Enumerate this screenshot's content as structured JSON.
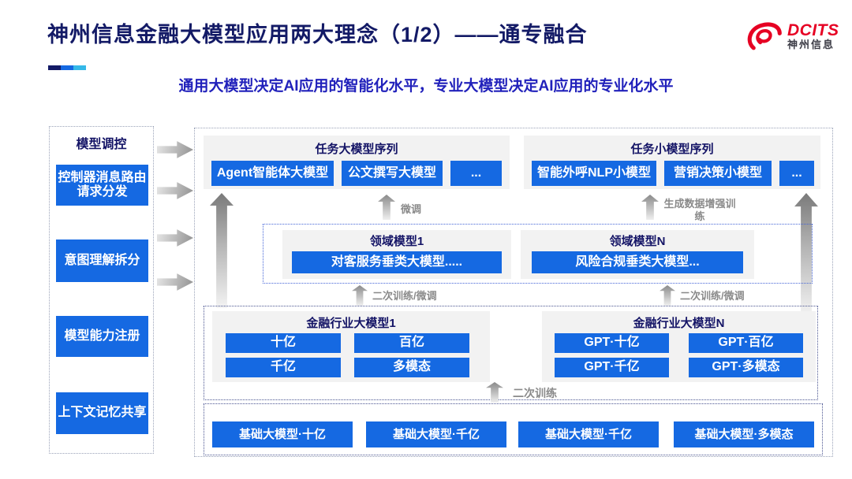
{
  "header": {
    "title": "神州信息金融大模型应用两大理念（1/2）——通专融合",
    "subtitle": "通用大模型决定AI应用的智能化水平，专业大模型决定AI应用的专业化水平",
    "logo": {
      "brand": "DCITS",
      "brand_cn": "神州信息"
    }
  },
  "sidebar": {
    "title": "模型调控",
    "items": [
      "控制器消息路由请求分发",
      "意图理解拆分",
      "模型能力注册",
      "上下文记忆共享"
    ]
  },
  "labels": {
    "fine_tune": "微调",
    "gen_data_train": "生成数据增强训练",
    "retrain_ft_left": "二次训练/微调",
    "retrain_ft_right": "二次训练/微调",
    "retrain": "二次训练"
  },
  "task_large": {
    "title": "任务大模型序列",
    "items": [
      "Agent智能体大模型",
      "公文撰写大模型",
      "..."
    ]
  },
  "task_small": {
    "title": "任务小模型序列",
    "items": [
      "智能外呼NLP小模型",
      "营销决策小模型",
      "..."
    ]
  },
  "domain": {
    "left": {
      "title": "领域模型1",
      "model": "对客服务垂类大模型....."
    },
    "right": {
      "title": "领域模型N",
      "model": "风险合规垂类大模型..."
    }
  },
  "industry": {
    "left": {
      "title": "金融行业大模型1",
      "items": [
        "十亿",
        "百亿",
        "千亿",
        "多模态"
      ]
    },
    "right": {
      "title": "金融行业大模型N",
      "items": [
        "GPT·十亿",
        "GPT·百亿",
        "GPT·千亿",
        "GPT·多模态"
      ]
    }
  },
  "base_models": [
    "基础大模型·十亿",
    "基础大模型·千亿",
    "基础大模型·千亿",
    "基础大模型·多模态"
  ],
  "colors": {
    "accent_blue": "#1569e2",
    "navy": "#141466",
    "subtitle_blue": "#2121bb",
    "cyan": "#35b8e8",
    "logo_red": "#e60023",
    "panel_gray": "#f2f2f2",
    "label_gray": "#8a8a8a"
  }
}
